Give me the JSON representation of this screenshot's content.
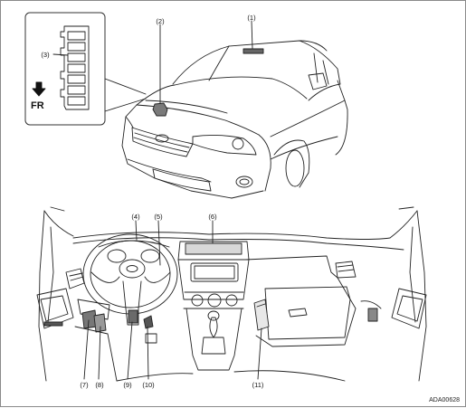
{
  "diagram": {
    "callouts": [
      "(1)",
      "(2)",
      "(3)",
      "(4)",
      "(5)",
      "(6)",
      "(7)",
      "(8)",
      "(9)",
      "(10)",
      "(11)"
    ],
    "direction_label": "FR",
    "figure_code": "ADA00628"
  }
}
